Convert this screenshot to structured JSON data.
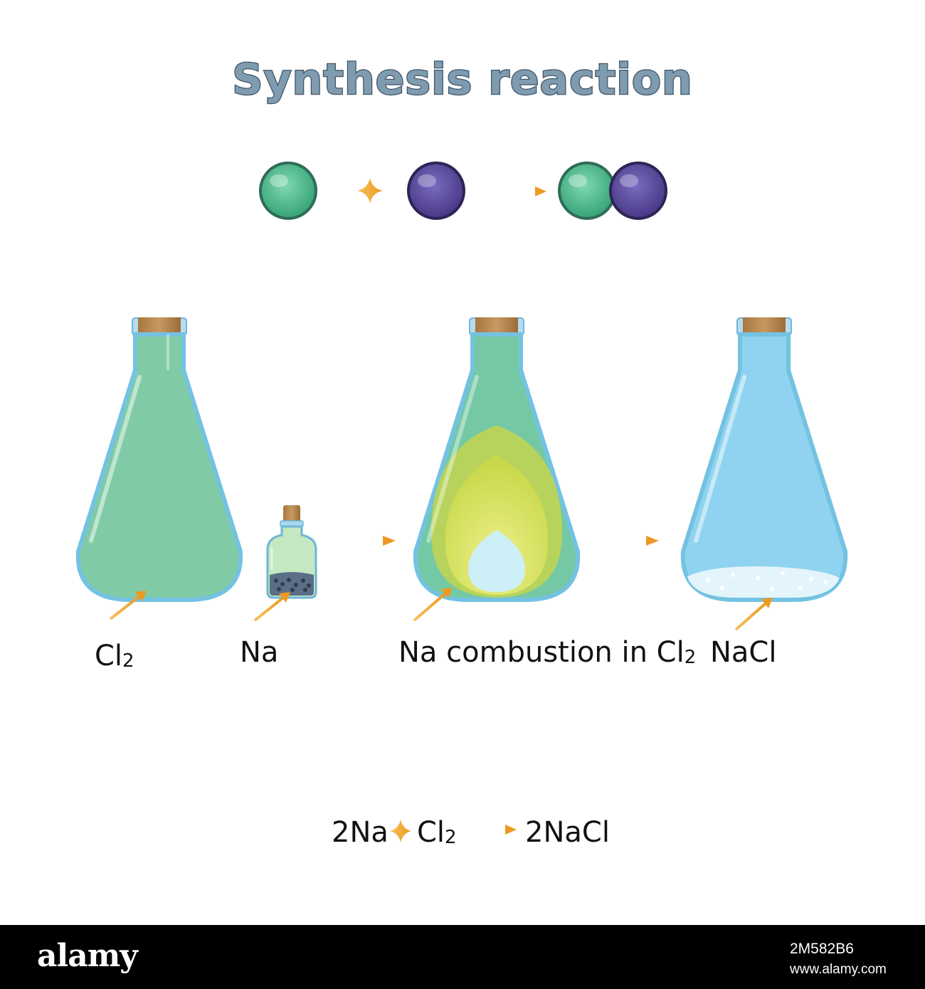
{
  "title": "Synthesis reaction",
  "colors": {
    "atom_green": "#4fb98a",
    "atom_purple": "#5a4a9c",
    "chlorine_gas": "#7fcf9e",
    "glass_blue": "#8fd3f0",
    "cork": "#b58b54",
    "flame_yellow": "#d8e04a",
    "arrow_orange": "#f0a030",
    "title_fill": "#7f9bb0"
  },
  "labels": {
    "cl2": {
      "base": "Cl",
      "sub": "2"
    },
    "na": "Na",
    "combustion": {
      "base": "Na combustion in Cl",
      "sub": "2"
    },
    "nacl": "NaCl"
  },
  "equation": {
    "left": "2Na",
    "middle": {
      "base": "Cl",
      "sub": "2"
    },
    "right": "2NaCl"
  },
  "footer": {
    "logo": "alamy",
    "image_id": "2M582B6",
    "site": "www.alamy.com"
  }
}
